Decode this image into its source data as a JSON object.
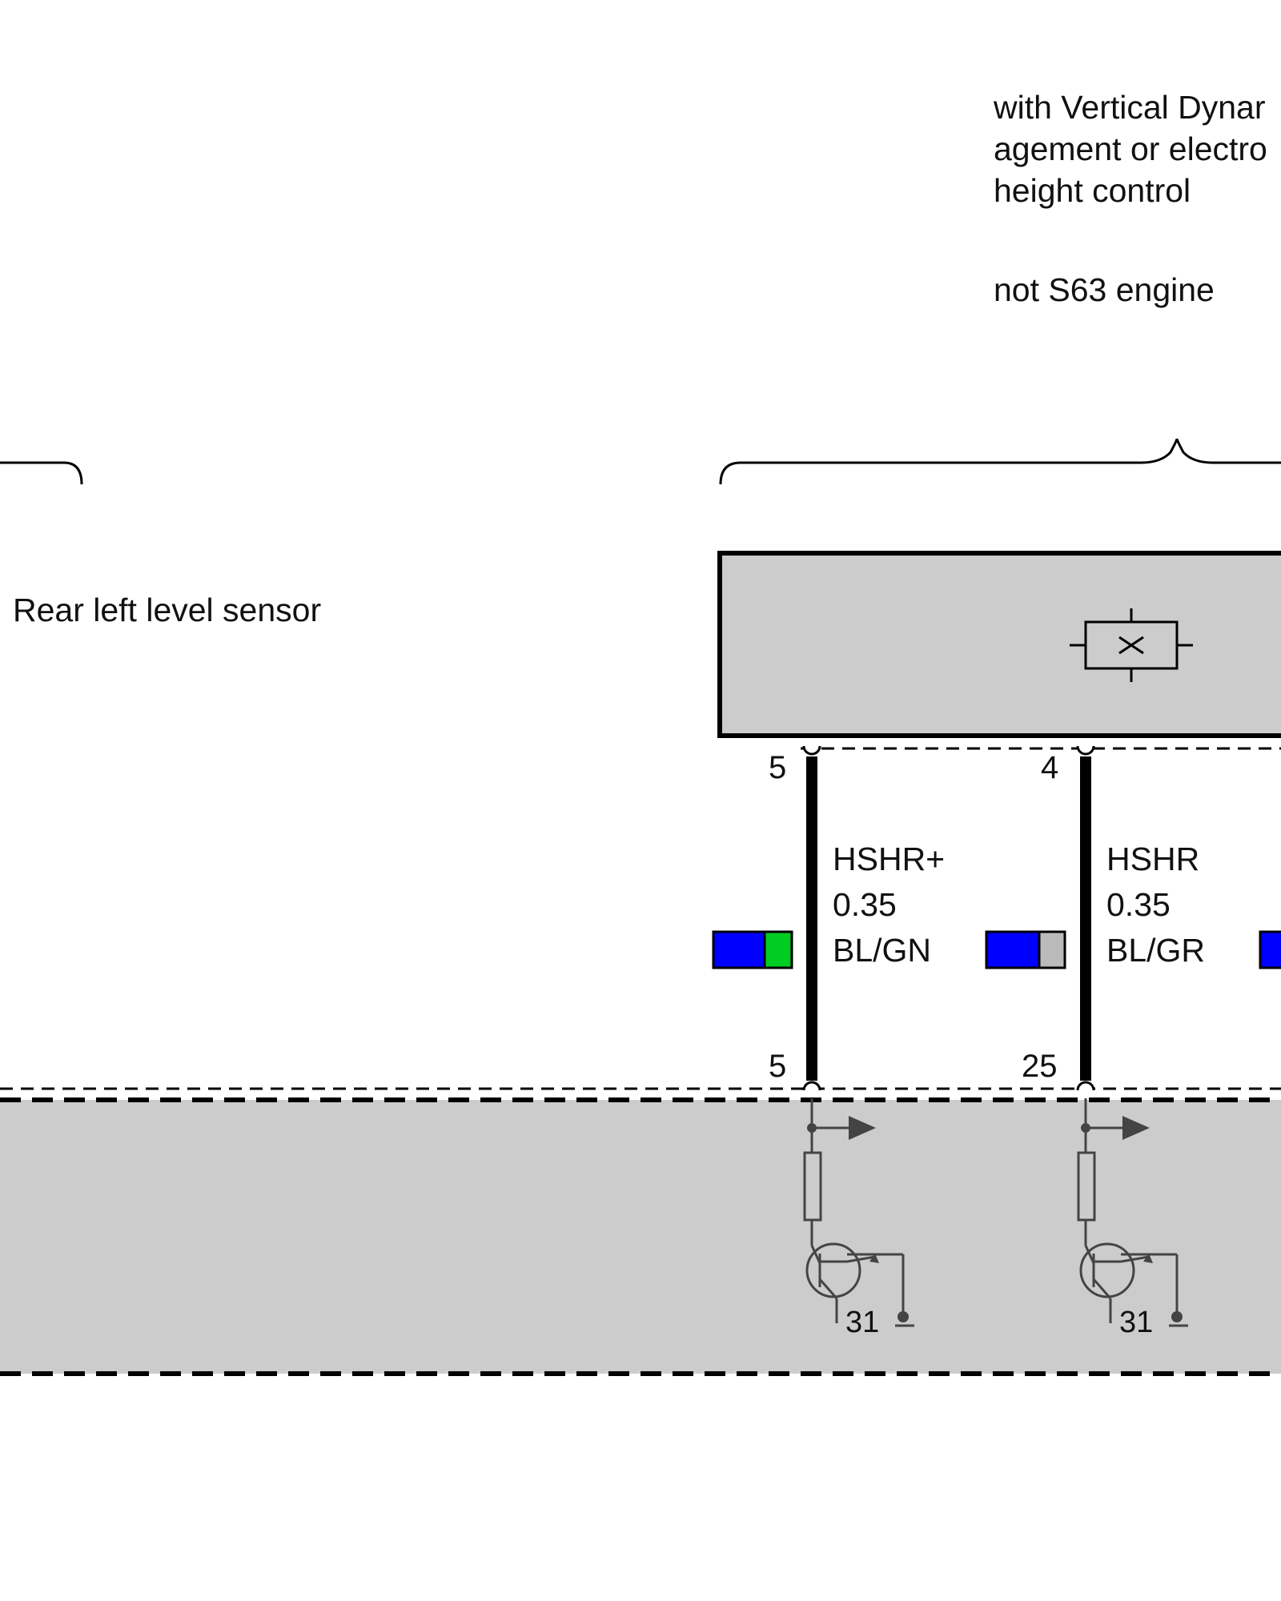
{
  "conditions": {
    "line1": "with Vertical Dynar",
    "line2": "agement or electro",
    "line3": "height control",
    "engine_note": "not S63 engine"
  },
  "component": {
    "label": "Rear left level sensor"
  },
  "wires": [
    {
      "top_pin": "5",
      "bottom_pin": "5",
      "signal": "HSHR+",
      "gauge": "0.35",
      "color_code": "BL/GN",
      "colors": [
        "#0000ff",
        "#00cc22"
      ]
    },
    {
      "top_pin": "4",
      "bottom_pin": "25",
      "signal": "HSHR",
      "gauge": "0.35",
      "color_code": "BL/GR",
      "colors": [
        "#0000ff",
        "#bbbbbb"
      ]
    }
  ],
  "ground": {
    "label_1": "31",
    "label_2": "31"
  },
  "colors": {
    "module_fill": "#cccccc",
    "line": "#000000",
    "circuit": "#444444"
  }
}
